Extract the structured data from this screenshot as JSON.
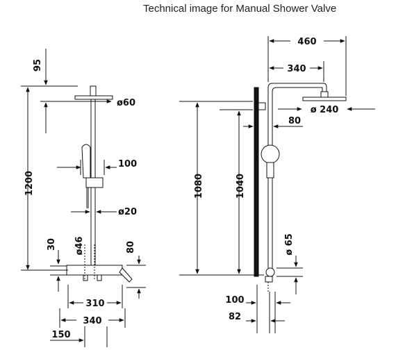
{
  "caption": "Technical image for Manual Shower Valve",
  "front_view": {
    "dim_95": "95",
    "dim_1200": "1200",
    "dim_60": "ø60",
    "dim_100": "100",
    "dim_20": "ø20",
    "dim_30": "30",
    "dim_46": "ø46",
    "dim_80": "80",
    "dim_310": "310",
    "dim_340": "340",
    "dim_150": "150"
  },
  "side_view": {
    "dim_460": "460",
    "dim_340": "340",
    "dim_240": "ø 240",
    "dim_80": "80",
    "dim_1080": "1080",
    "dim_1040": "1040",
    "dim_65": "ø 65",
    "dim_100": "100",
    "dim_82": "82"
  }
}
